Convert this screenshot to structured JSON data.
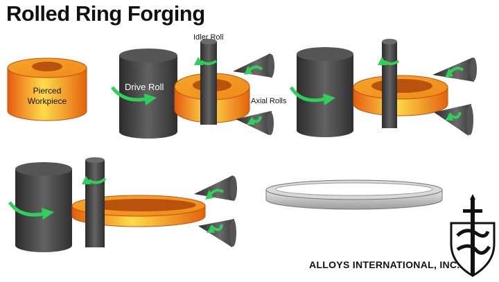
{
  "title": "Rolled Ring Forging",
  "labels": {
    "workpiece_line1": "Pierced",
    "workpiece_line2": "Workpiece",
    "drive_roll": "Drive Roll",
    "idler_roll": "Idler Roll",
    "axial_rolls": "Axial Rolls"
  },
  "company": "ALLOYS INTERNATIONAL, INC.",
  "logo": {
    "name": "alloys-sword-shield-logo"
  },
  "colors": {
    "hot_metal": "#f39a1e",
    "hot_metal_light": "#ffe25a",
    "hot_metal_dark": "#e2620e",
    "roll_dark": "#3a3a3a",
    "roll_light": "#6c6c6c",
    "arrow": "#2fd05a",
    "finished_ring": "#bdbdbd"
  }
}
